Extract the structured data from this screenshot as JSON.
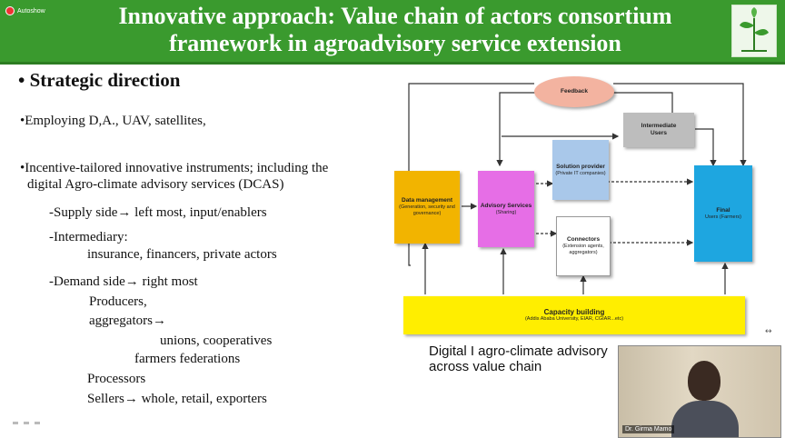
{
  "recording": {
    "label": "Autoshow"
  },
  "slide": {
    "title_line1": "Innovative approach: Value chain of actors consortium",
    "title_line2": "framework in agroadvisory service extension",
    "heading": "• Strategic direction",
    "bullets": {
      "b1": "•Employing D,A., UAV, satellites,",
      "b2_line1": "•Incentive-tailored innovative instruments; including the",
      "b2_line2": "digital Agro-climate advisory services (DCAS)",
      "supply": "-Supply side→ left most, input/enablers",
      "intermediary": "-Intermediary:",
      "intermediary_detail": "insurance, financers, private actors",
      "demand": "-Demand side→ right most",
      "producers": "Producers,",
      "aggregators": "aggregators→",
      "unions": "unions, cooperatives",
      "federations": "farmers federations",
      "processors": "Processors",
      "sellers": "Sellers→ whole, retail, exporters"
    },
    "caption_line1": "Digital I agro-climate advisory",
    "caption_line2": "across  value chain"
  },
  "diagram": {
    "feedback": {
      "title": "Feedback"
    },
    "intermediate": {
      "title": "Intermediate",
      "sub": "Users"
    },
    "solution": {
      "title": "Solution provider",
      "sub": "(Private IT companies)"
    },
    "data_mgmt": {
      "title": "Data management",
      "sub": "(Generation, security and governance)"
    },
    "advisory": {
      "title": "Advisory Services",
      "sub": "(Sharing)"
    },
    "connectors": {
      "title": "Connectors",
      "sub": "(Extension agents, aggregators)"
    },
    "final": {
      "title": "Final",
      "sub": "Users (Farmers)"
    },
    "capacity": {
      "title": "Capacity building",
      "sub": "(Addis Ababa University, EIAR, CGIAR...etc)"
    }
  },
  "video": {
    "name": "Dr. Girma Mamo"
  },
  "colors": {
    "header_green": "#3a9a2e",
    "feedback": "#f3b3a0",
    "intermediate": "#bdbdbd",
    "solution": "#a9c8ea",
    "data_mgmt": "#f2b400",
    "advisory": "#e66ee6",
    "connectors": "#ffffff",
    "final": "#1ea6e0",
    "capacity": "#ffee00"
  }
}
